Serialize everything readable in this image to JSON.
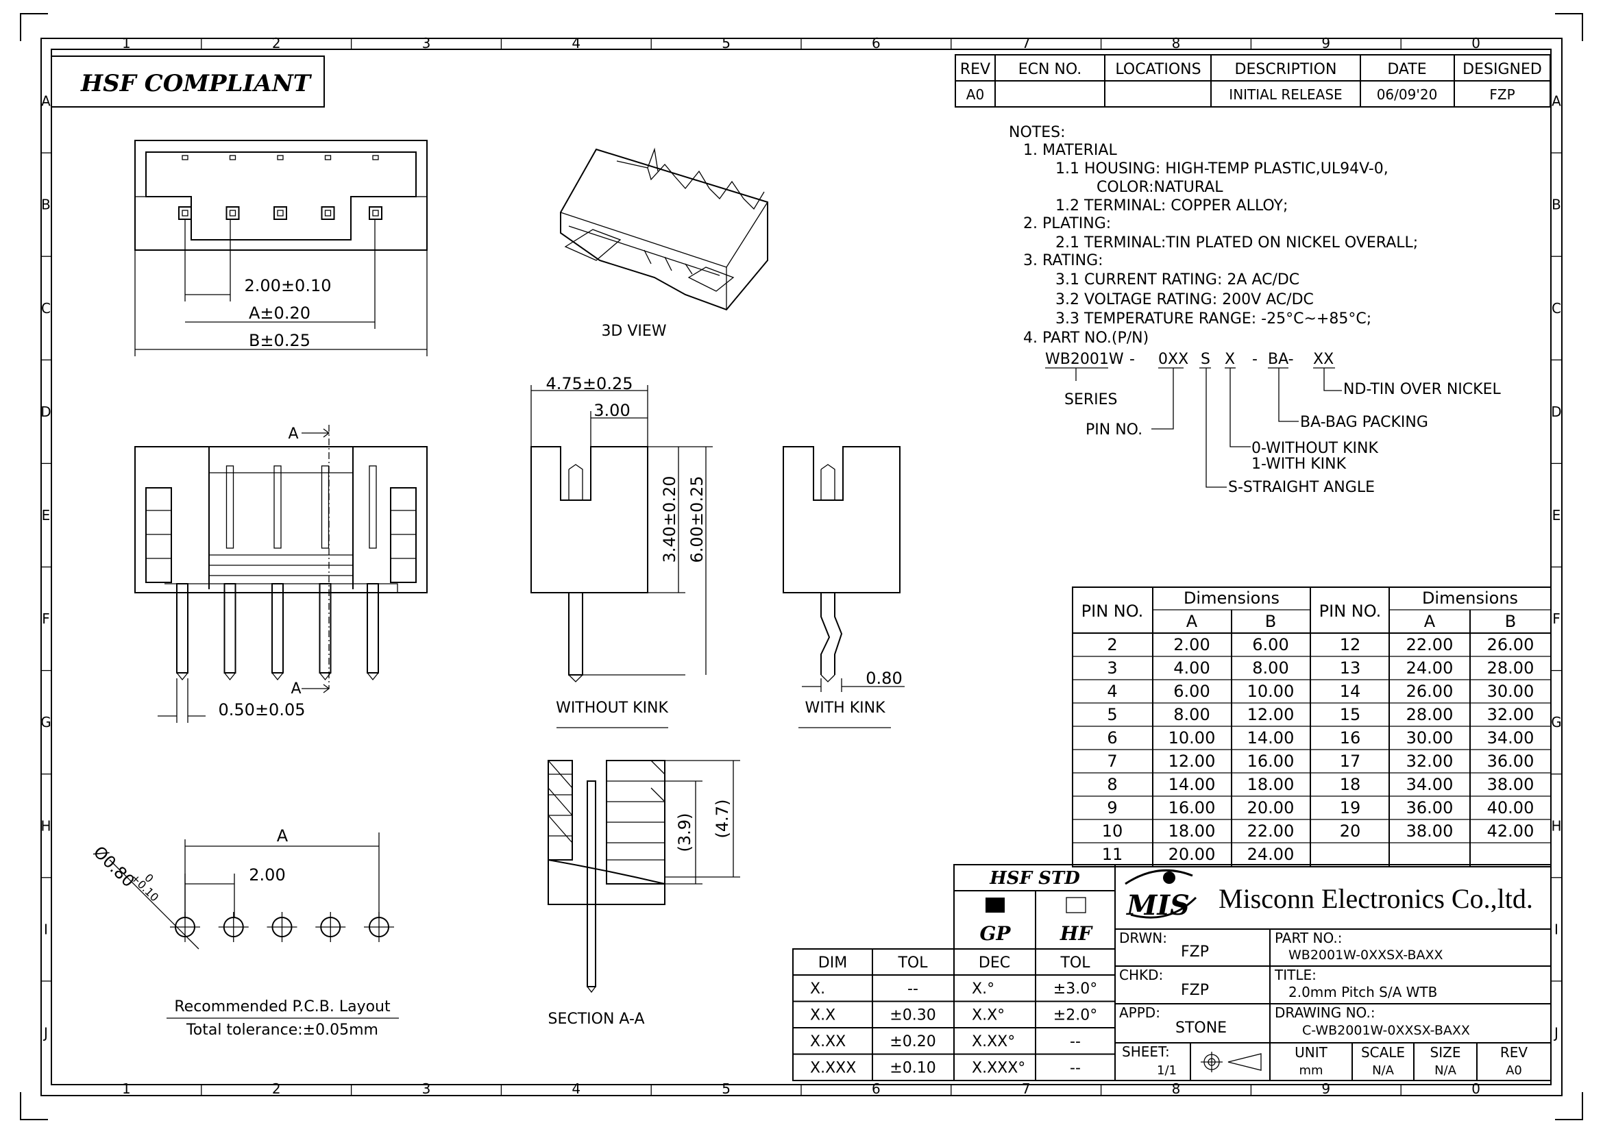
{
  "grid": {
    "columns": [
      "1",
      "2",
      "3",
      "4",
      "5",
      "6",
      "7",
      "8",
      "9",
      "0"
    ],
    "rows": [
      "A",
      "B",
      "C",
      "D",
      "E",
      "F",
      "G",
      "H",
      "I",
      "J"
    ]
  },
  "compliance_label": "HSF COMPLIANT",
  "revision_table": {
    "headers": [
      "REV",
      "ECN NO.",
      "LOCATIONS",
      "DESCRIPTION",
      "DATE",
      "DESIGNED"
    ],
    "row": [
      "A0",
      "",
      "",
      "INITIAL RELEASE",
      "06/09'20",
      "FZP"
    ]
  },
  "notes": [
    "NOTES:",
    "1.  MATERIAL",
    "1.1  HOUSING: HIGH-TEMP PLASTIC,UL94V-0,",
    "COLOR:NATURAL",
    "1.2  TERMINAL: COPPER ALLOY;",
    "2.  PLATING:",
    "2.1  TERMINAL:TIN PLATED ON NICKEL OVERALL;",
    "3.  RATING:",
    "3.1  CURRENT RATING: 2A AC/DC",
    "3.2  VOLTAGE RATING: 200V AC/DC",
    "3.3  TEMPERATURE RANGE: -25°C~+85°C;",
    "4.  PART NO.(P/N)"
  ],
  "part_number_breakdown": {
    "parts": [
      "WB2001W",
      "-",
      "0XX",
      "S",
      "X",
      "-",
      "BA-",
      "XX"
    ],
    "labels": {
      "series": "SERIES",
      "pin_no": "PIN NO.",
      "kink0": "0-WITHOUT KINK",
      "kink1": "1-WITH KINK",
      "straight": "S-STRAIGHT ANGLE",
      "bag": "BA-BAG PACKING",
      "finish": "ND-TIN OVER NICKEL"
    }
  },
  "top_view_dims": {
    "pitch": "2.00±0.10",
    "a": "A±0.20",
    "b": "B±0.25"
  },
  "view_3d_label": "3D VIEW",
  "front_view": {
    "section_mark_top": "A",
    "section_mark_bottom": "A",
    "pin_width": "0.50±0.05"
  },
  "side_view": {
    "depth": "4.75±0.25",
    "opening": "3.00",
    "body_height": "3.40±0.20",
    "total_height": "6.00±0.25",
    "label": "WITHOUT  KINK"
  },
  "kink_view": {
    "kink_offset": "0.80",
    "label": "WITH  KINK"
  },
  "section_view": {
    "label": "SECTION  A-A",
    "inner_depth": "(3.9)",
    "outer_depth": "(4.7)"
  },
  "pcb_layout": {
    "hole_dia": "Ø0.80",
    "hole_tol_plus": "+0.10",
    "hole_tol_minus": "0",
    "a_dim": "A",
    "pitch": "2.00",
    "title": "Recommended  P.C.B.  Layout",
    "tolerance": "Total  tolerance:±0.05mm"
  },
  "dimension_table": {
    "headers": {
      "pin_no": "PIN  NO.",
      "dimensions": "Dimensions",
      "a": "A",
      "b": "B"
    },
    "left": [
      [
        "2",
        "2.00",
        "6.00"
      ],
      [
        "3",
        "4.00",
        "8.00"
      ],
      [
        "4",
        "6.00",
        "10.00"
      ],
      [
        "5",
        "8.00",
        "12.00"
      ],
      [
        "6",
        "10.00",
        "14.00"
      ],
      [
        "7",
        "12.00",
        "16.00"
      ],
      [
        "8",
        "14.00",
        "18.00"
      ],
      [
        "9",
        "16.00",
        "20.00"
      ],
      [
        "10",
        "18.00",
        "22.00"
      ],
      [
        "11",
        "20.00",
        "24.00"
      ]
    ],
    "right": [
      [
        "12",
        "22.00",
        "26.00"
      ],
      [
        "13",
        "24.00",
        "28.00"
      ],
      [
        "14",
        "26.00",
        "30.00"
      ],
      [
        "15",
        "28.00",
        "32.00"
      ],
      [
        "16",
        "30.00",
        "34.00"
      ],
      [
        "17",
        "32.00",
        "36.00"
      ],
      [
        "18",
        "34.00",
        "38.00"
      ],
      [
        "19",
        "36.00",
        "40.00"
      ],
      [
        "20",
        "38.00",
        "42.00"
      ]
    ]
  },
  "tolerance_table": {
    "headers": [
      "DIM",
      "TOL",
      "DEC",
      "TOL"
    ],
    "rows": [
      [
        "X.",
        "--",
        "X.°",
        "±3.0°"
      ],
      [
        "X.X",
        "±0.30",
        "X.X°",
        "±2.0°"
      ],
      [
        "X.XX",
        "±0.20",
        "X.XX°",
        "--"
      ],
      [
        "X.XXX",
        "±0.10",
        "X.XXX°",
        "--"
      ]
    ]
  },
  "hsf_std": {
    "title": "HSF  STD",
    "gp": "GP",
    "hf": "HF"
  },
  "title_block": {
    "logo_text": "MIS",
    "company": "Misconn Electronics Co.,ltd.",
    "drawn_label": "DRWN:",
    "drawn": "FZP",
    "checked_label": "CHKD:",
    "checked": "FZP",
    "approved_label": "APPD:",
    "approved": "STONE",
    "part_no_label": "PART  NO.:",
    "part_no": "WB2001W-0XXSX-BAXX",
    "title_label": "TITLE:",
    "title": "2.0mm  Pitch  S/A  WTB",
    "drawing_no_label": "DRAWING  NO.:",
    "drawing_no": "C-WB2001W-0XXSX-BAXX",
    "sheet_label": "SHEET:",
    "sheet": "1/1",
    "unit_label": "UNIT",
    "unit": "mm",
    "scale_label": "SCALE",
    "scale": "N/A",
    "size_label": "SIZE",
    "size": "N/A",
    "rev_label": "REV",
    "rev": "A0"
  }
}
